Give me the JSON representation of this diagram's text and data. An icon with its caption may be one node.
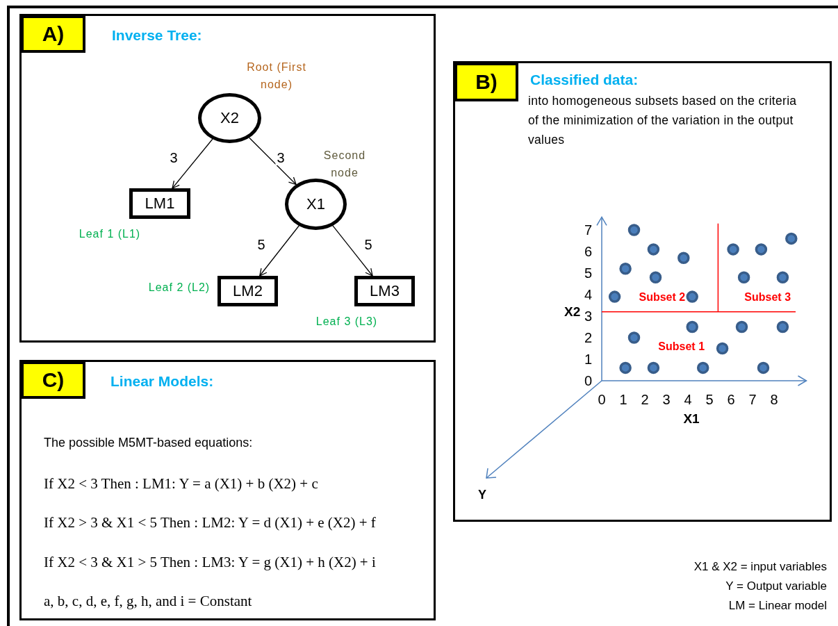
{
  "diagram": {
    "nodes": [
      {
        "text": [
          "Inverse Tree:"
        ]
      },
      {
        "text": [
          "A)"
        ],
        "in": 0
      },
      {
        "text": [
          "X2"
        ],
        "in": 0,
        "beside": [
          "Root (First node)"
        ]
      },
      {
        "text": [
          "LM1"
        ],
        "in": 0,
        "beside": [
          "Leaf 1 (L1)"
        ]
      },
      {
        "text": [
          "X1"
        ],
        "in": 0,
        "beside": [
          "Second node"
        ]
      },
      {
        "text": [
          "LM2"
        ],
        "in": 0,
        "beside": [
          "Leaf 2 (L2)"
        ]
      },
      {
        "text": [
          "LM3"
        ],
        "in": 0,
        "beside": [
          "Leaf 3 (L3)"
        ]
      },
      {
        "text": [
          "Classified data:",
          "into homogeneous subsets based on the criteria of the minimization of the variation in the output values"
        ]
      },
      {
        "text": [
          "B)"
        ],
        "in": 7
      },
      {
        "text": [
          "Linear Models:",
          "The possible M5MT-based equations:",
          "If X2 < 3 Then : LM1: Y = a (X1) + b (X2) + c",
          "If X2 > 3 & X1 < 5 Then : LM2: Y = d (X1) + e (X2) + f",
          "If X2 < 3 & X1 > 5 Then : LM3: Y = g (X1) + h (X2) + i",
          "a, b, c, d, e, f, g, h, and i = Constant"
        ]
      },
      {
        "text": [
          "C)"
        ],
        "in": 9
      }
    ],
    "edges": [
      {
        "from": 2,
        "to": 3,
        "arrow": "to",
        "label": "3"
      },
      {
        "from": 2,
        "to": 4,
        "arrow": "to",
        "label": "3"
      },
      {
        "from": 4,
        "to": 5,
        "arrow": "to",
        "label": "5"
      },
      {
        "from": 4,
        "to": 6,
        "arrow": "to",
        "label": "5"
      }
    ],
    "labels": [
      "Y",
      "X1 & X2 = input variables",
      "Y = Output variable",
      "LM = Linear model"
    ],
    "chart_data": {
      "type": "scatter",
      "xlabel": "X1",
      "ylabel": "X2",
      "xlim": [
        0,
        9.5
      ],
      "ylim": [
        0,
        7.6
      ],
      "xticks": [
        0,
        1,
        2,
        3,
        4,
        5,
        6,
        7,
        8
      ],
      "yticks": [
        0,
        1,
        2,
        3,
        4,
        5,
        6,
        7
      ],
      "x": [
        1.5,
        2.4,
        3.8,
        1.1,
        2.5,
        0.6,
        4.2,
        6.1,
        7.4,
        8.8,
        6.6,
        8.4,
        4.2,
        6.5,
        8.4,
        1.5,
        5.6,
        1.1,
        2.4,
        4.7,
        7.5
      ],
      "series": [
        {
          "color": "#4a7ebb",
          "values": [
            7.0,
            6.1,
            5.7,
            5.2,
            4.8,
            3.9,
            3.9,
            6.1,
            6.1,
            6.6,
            4.8,
            4.8,
            2.5,
            2.5,
            2.5,
            2.0,
            1.5,
            0.6,
            0.6,
            0.6,
            0.6
          ]
        }
      ],
      "ref_lines": [
        {
          "axis": "y",
          "value": 3.2,
          "color": "#ff0000"
        },
        {
          "axis": "x",
          "value": 5.4,
          "color": "#ff0000"
        }
      ],
      "annotations": [
        "Subset 2",
        "Subset 3",
        "Subset 1"
      ]
    }
  }
}
